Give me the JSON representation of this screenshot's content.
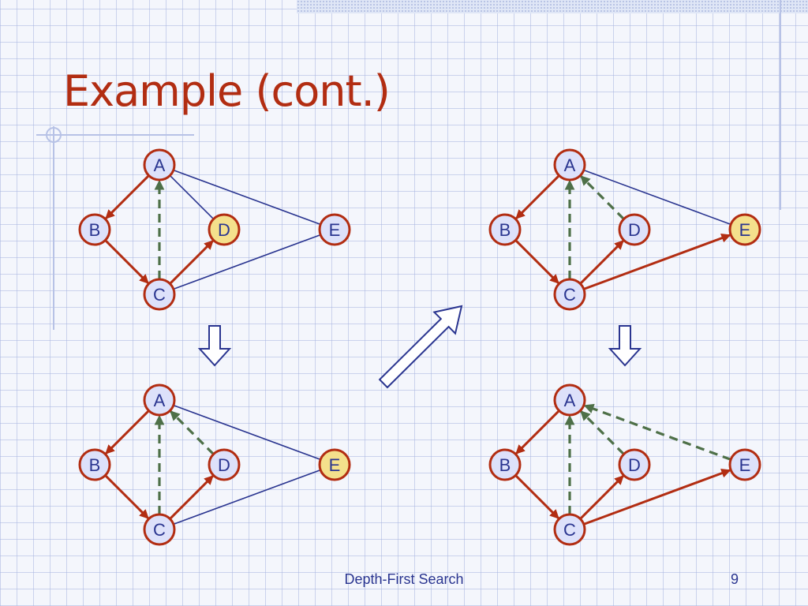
{
  "slide": {
    "title": "Example (cont.)",
    "footer": "Depth-First Search",
    "page_number": "9"
  },
  "colors": {
    "title": "#b22d12",
    "text": "#2a3590",
    "tree_edge": "#b22d12",
    "back_edge": "#4e7048",
    "unexplored_edge": "#2a3590",
    "vertex_fill": "#dde1fa",
    "vertex_fill_current": "#f4e08c",
    "vertex_stroke": "#b22d12"
  },
  "legend_note": [],
  "graphs": [
    {
      "id": "top-left",
      "current": "D",
      "vertices": [
        "A",
        "B",
        "C",
        "D",
        "E"
      ],
      "edges": [
        {
          "from": "A",
          "to": "B",
          "type": "discovery"
        },
        {
          "from": "B",
          "to": "C",
          "type": "discovery"
        },
        {
          "from": "C",
          "to": "D",
          "type": "discovery"
        },
        {
          "from": "C",
          "to": "A",
          "type": "back"
        },
        {
          "from": "A",
          "to": "D",
          "type": "unexplored"
        },
        {
          "from": "A",
          "to": "E",
          "type": "unexplored"
        },
        {
          "from": "C",
          "to": "E",
          "type": "unexplored"
        }
      ]
    },
    {
      "id": "bottom-left",
      "current": "E",
      "vertices": [
        "A",
        "B",
        "C",
        "D",
        "E"
      ],
      "edges": [
        {
          "from": "A",
          "to": "B",
          "type": "discovery"
        },
        {
          "from": "B",
          "to": "C",
          "type": "discovery"
        },
        {
          "from": "C",
          "to": "D",
          "type": "discovery"
        },
        {
          "from": "C",
          "to": "A",
          "type": "back"
        },
        {
          "from": "D",
          "to": "A",
          "type": "back"
        },
        {
          "from": "A",
          "to": "E",
          "type": "unexplored"
        },
        {
          "from": "C",
          "to": "E",
          "type": "unexplored"
        }
      ]
    },
    {
      "id": "top-right",
      "current": "E",
      "vertices": [
        "A",
        "B",
        "C",
        "D",
        "E"
      ],
      "edges": [
        {
          "from": "A",
          "to": "B",
          "type": "discovery"
        },
        {
          "from": "B",
          "to": "C",
          "type": "discovery"
        },
        {
          "from": "C",
          "to": "D",
          "type": "discovery"
        },
        {
          "from": "C",
          "to": "A",
          "type": "back"
        },
        {
          "from": "D",
          "to": "A",
          "type": "back"
        },
        {
          "from": "C",
          "to": "E",
          "type": "discovery"
        },
        {
          "from": "A",
          "to": "E",
          "type": "unexplored"
        }
      ]
    },
    {
      "id": "bottom-right",
      "current": "",
      "vertices": [
        "A",
        "B",
        "C",
        "D",
        "E"
      ],
      "edges": [
        {
          "from": "A",
          "to": "B",
          "type": "discovery"
        },
        {
          "from": "B",
          "to": "C",
          "type": "discovery"
        },
        {
          "from": "C",
          "to": "D",
          "type": "discovery"
        },
        {
          "from": "C",
          "to": "A",
          "type": "back"
        },
        {
          "from": "D",
          "to": "A",
          "type": "back"
        },
        {
          "from": "C",
          "to": "E",
          "type": "discovery"
        },
        {
          "from": "E",
          "to": "A",
          "type": "back"
        }
      ]
    }
  ],
  "transitions": [
    {
      "from": "top-left",
      "to": "bottom-left",
      "shape": "hollow-arrow-down"
    },
    {
      "from": "bottom-left",
      "to": "top-right",
      "shape": "hollow-arrow-up-right"
    },
    {
      "from": "top-right",
      "to": "bottom-right",
      "shape": "hollow-arrow-down"
    }
  ]
}
